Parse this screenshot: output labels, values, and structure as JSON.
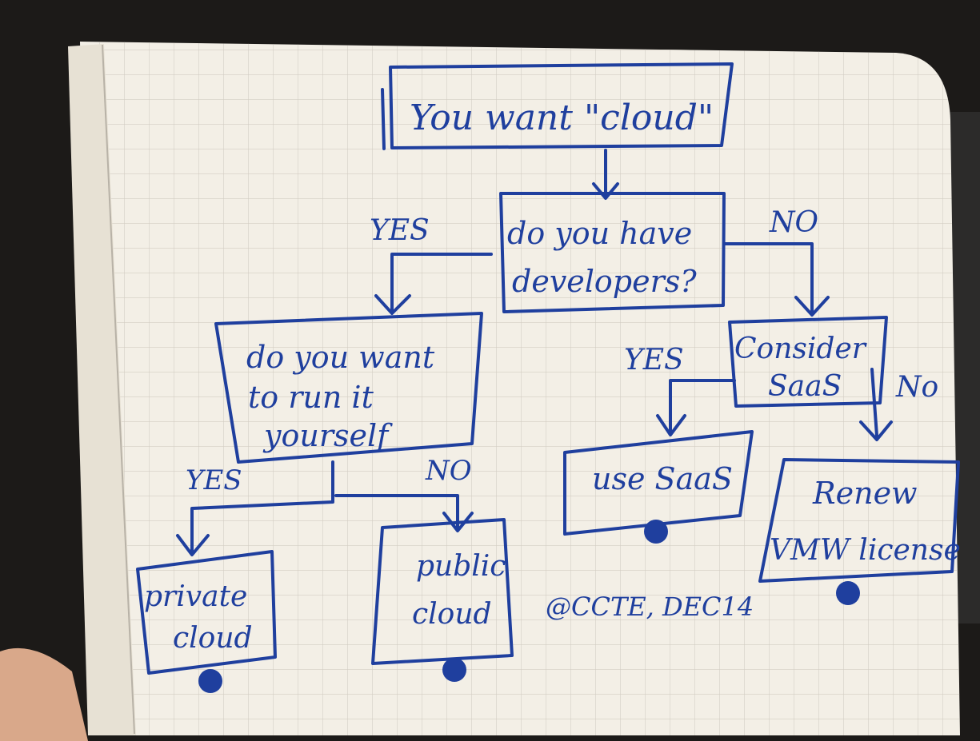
{
  "colors": {
    "ink": "#1f3f9e",
    "paper": "#f3efe6",
    "grid": "#c9c4bb",
    "background": "#1c1a18"
  },
  "nodes": {
    "start": "You want \"cloud\"",
    "q1": [
      "do you have",
      "developers?"
    ],
    "q2": [
      "do you want",
      "to run it",
      "yourself"
    ],
    "consider": [
      "Consider",
      "SaaS"
    ],
    "private": [
      "private",
      "cloud"
    ],
    "public": [
      "public",
      "cloud"
    ],
    "use_saas": "use SaaS",
    "renew": [
      "Renew",
      "VMW license"
    ]
  },
  "edge_labels": {
    "q1_yes": "YES",
    "q1_no": "NO",
    "consider_yes": "YES",
    "consider_no": "No",
    "q2_yes": "YES",
    "q2_no": "NO"
  },
  "signature": "@CCTE, DEC14"
}
